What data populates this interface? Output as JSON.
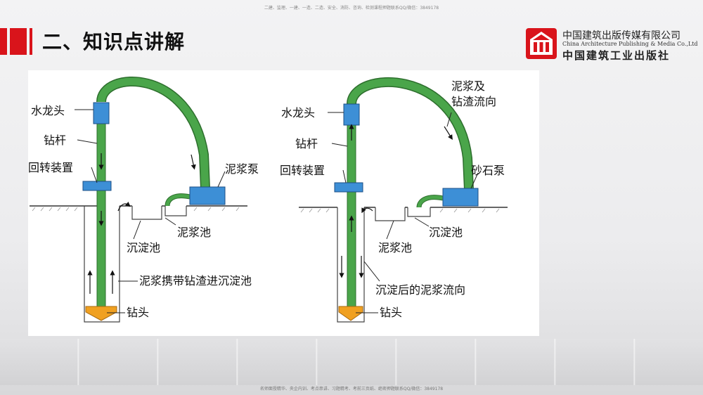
{
  "header": {
    "top_note": "二建、监理、一建、一造、二造、安全、消防、咨询、检测课程押题联系QQ/微信：3849178",
    "title": "二、知识点讲解",
    "publisher_cn": "中国建筑出版传媒有限公司",
    "publisher_en": "China Architecture Publishing & Media Co.,Ltd",
    "publisher_cal": "中国建筑工业出版社"
  },
  "diagram_left": {
    "faucet": "水龙头",
    "drill_rod": "钻杆",
    "rotary": "回转装置",
    "mud_pump": "泥浆泵",
    "mud_pool": "泥浆池",
    "settling_pool": "沉淀池",
    "carry_note": "泥浆携带钻渣进沉淀池",
    "bit": "钻头"
  },
  "diagram_right": {
    "flow_line1": "泥浆及",
    "flow_line2": "钻渣流向",
    "faucet": "水龙头",
    "drill_rod": "钻杆",
    "rotary": "回转装置",
    "gravel_pump": "砂石泵",
    "settling_pool": "沉淀池",
    "mud_pool": "泥浆池",
    "after_note": "沉淀后的泥浆流向",
    "bit": "钻头"
  },
  "footer": {
    "bottom_note": "名师面授精华、央企内训、考点串讲、习题精考、考前三页纸、绝密押题联系QQ/微信：3849178"
  },
  "colors": {
    "accent_red": "#d9141b",
    "hose_green": "#4aa54a",
    "device_blue": "#3d8fd6",
    "bit_orange": "#f0a020"
  }
}
